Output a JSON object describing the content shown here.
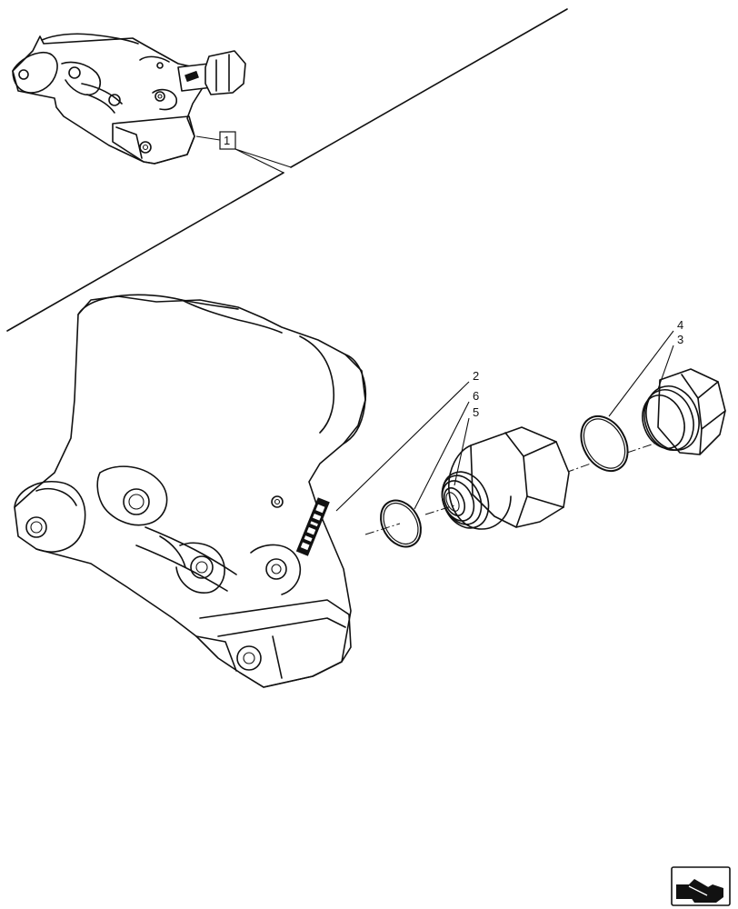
{
  "diagram": {
    "callouts": {
      "c1": "1",
      "c2": "2",
      "c3": "3",
      "c4": "4",
      "c5": "5",
      "c6": "6"
    },
    "icons": {
      "valve_small": "valve-body-icon",
      "valve_large": "valve-body-icon",
      "adapter": "adapter-fitting-icon",
      "plug": "plug-icon",
      "oring": "o-ring-icon",
      "nav": "next-page-arrow-icon"
    }
  }
}
